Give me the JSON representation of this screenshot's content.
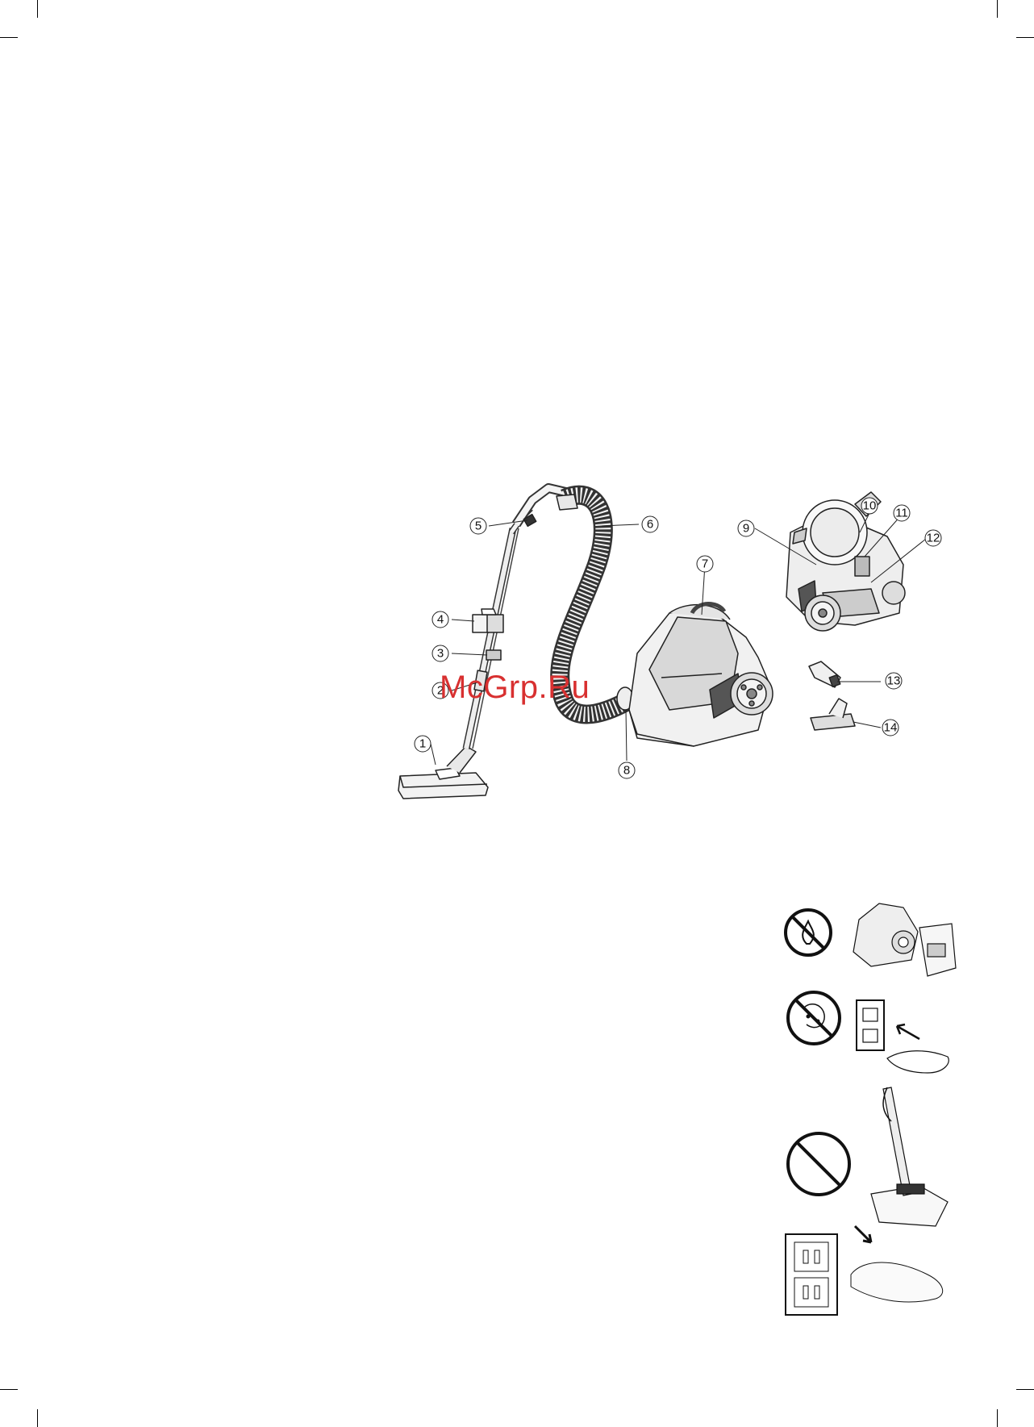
{
  "callouts": {
    "c1": "1",
    "c2": "2",
    "c3": "3",
    "c4": "4",
    "c5": "5",
    "c6": "6",
    "c7": "7",
    "c8": "8",
    "c9": "9",
    "c10": "10",
    "c11": "11",
    "c12": "12",
    "c13": "13",
    "c14": "14"
  },
  "watermark": {
    "text": "McGrp.Ru",
    "color": "#d83030"
  },
  "warning_icons": [
    "no-fire-icon",
    "no-wet-hands-icon",
    "prohibited-icon",
    "unplug-icon"
  ]
}
